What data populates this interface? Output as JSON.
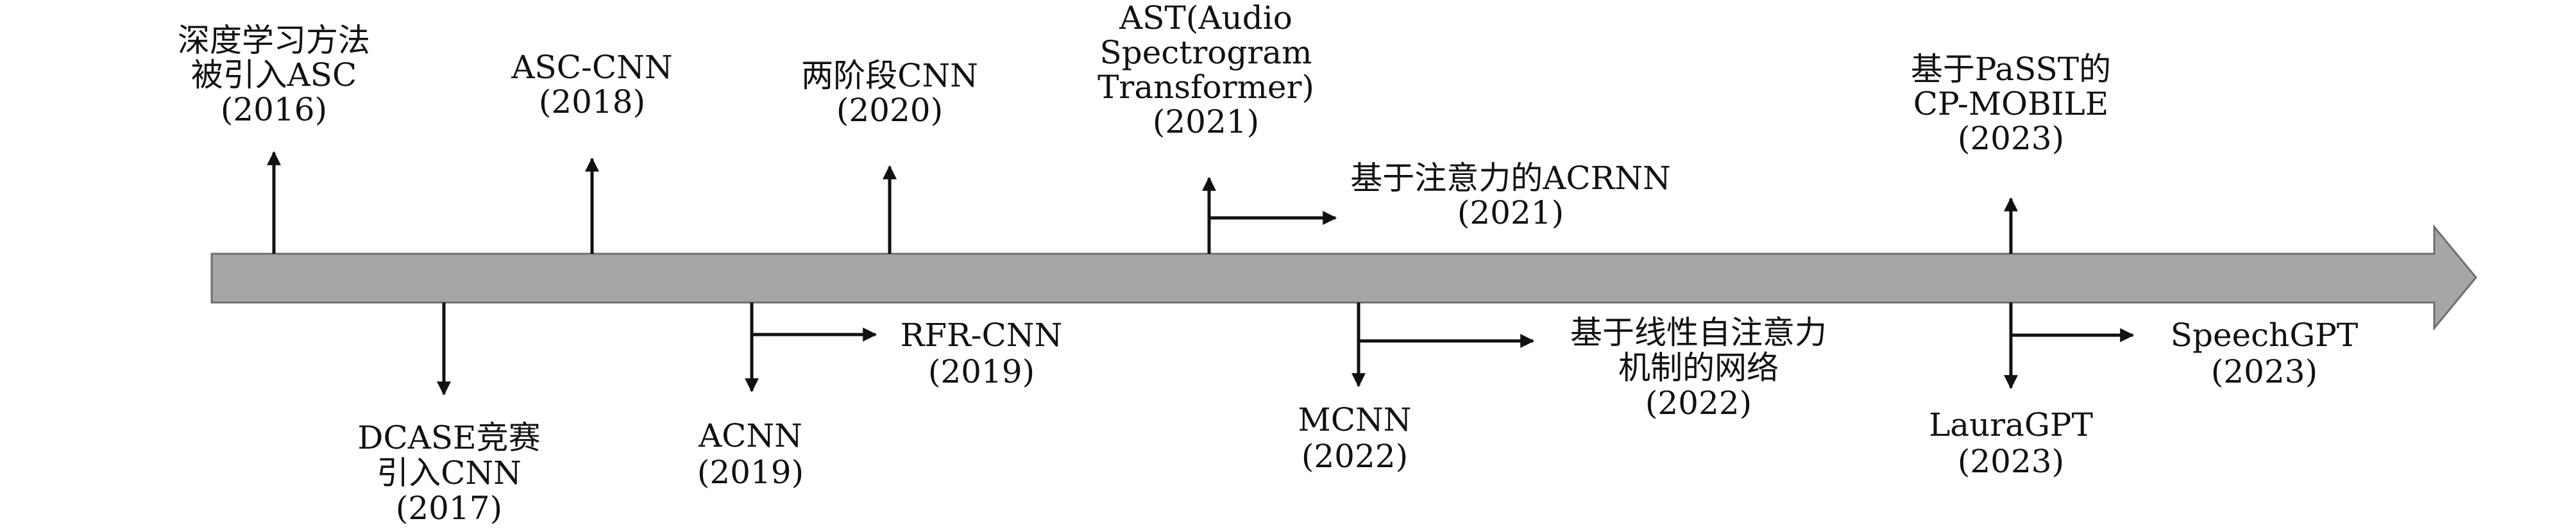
{
  "timeline": {
    "colors": {
      "bar_fill": "#a6a6a6",
      "bar_stroke": "#6f6f6f",
      "line": "#111111",
      "text": "#111111"
    },
    "events_above": [
      {
        "id": "dl-asc",
        "lines": [
          "深度学习方法",
          "被引入ASC",
          "(2016)"
        ]
      },
      {
        "id": "asc-cnn",
        "lines": [
          "ASC-CNN",
          "(2018)"
        ]
      },
      {
        "id": "two-stage-cnn",
        "lines": [
          "两阶段CNN",
          "(2020)"
        ]
      },
      {
        "id": "ast",
        "lines": [
          "AST(Audio",
          "Spectrogram",
          "Transformer)",
          "(2021)"
        ]
      },
      {
        "id": "attention-acrnn",
        "lines": [
          "基于注意力的ACRNN",
          "(2021)"
        ]
      },
      {
        "id": "passt-cp-mobile",
        "lines": [
          "基于PaSST的",
          "CP-MOBILE",
          "(2023)"
        ]
      }
    ],
    "events_below": [
      {
        "id": "dcase-cnn",
        "lines": [
          "DCASE竞赛",
          "引入CNN",
          "(2017)"
        ]
      },
      {
        "id": "acnn",
        "lines": [
          "ACNN",
          "(2019)"
        ]
      },
      {
        "id": "rfr-cnn",
        "lines": [
          "RFR-CNN",
          "(2019)"
        ]
      },
      {
        "id": "mcnn",
        "lines": [
          "MCNN",
          "(2022)"
        ]
      },
      {
        "id": "linear-attention-net",
        "lines": [
          "基于线性自注意力",
          "机制的网络",
          "(2022)"
        ]
      },
      {
        "id": "lauragpt",
        "lines": [
          "LauraGPT",
          "(2023)"
        ]
      },
      {
        "id": "speechgpt",
        "lines": [
          "SpeechGPT",
          "(2023)"
        ]
      }
    ]
  }
}
